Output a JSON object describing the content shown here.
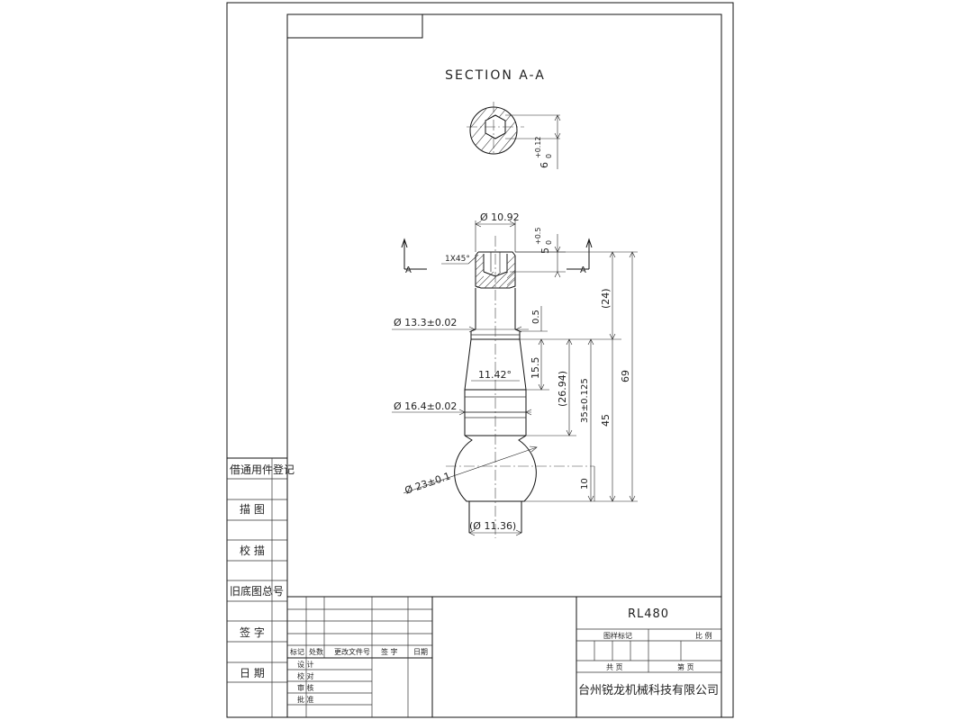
{
  "section_title": "SECTION A-A",
  "cut_marker": "A",
  "dimensions": {
    "hex_key": "6",
    "hex_key_tol_upper": "+0.12",
    "hex_key_tol_lower": "0",
    "top_diameter": "Ø 10.92",
    "hex_depth": "5",
    "hex_depth_tol_upper": "+0.5",
    "hex_depth_tol_lower": "0",
    "chamfer": "1X45°",
    "neck_diameter": "Ø 13.3±0.02",
    "groove_width": "0.5",
    "upper_length": "(24)",
    "overall_length": "69",
    "taper_length": "15.5",
    "taper_angle": "11.42°",
    "ref_length": "(26.94)",
    "body_length": "35±0.125",
    "ball_center_length": "45",
    "collar_diameter": "Ø 16.4±0.02",
    "ball_diameter": "Ø 23±0.1",
    "ball_offset": "10",
    "bottom_diameter": "(Ø 11.36)"
  },
  "left_strip": {
    "row1": "借通用件登记",
    "row2": "描 图",
    "row3": "校 描",
    "row4": "旧底图总号",
    "row5": "签 字",
    "row6": "日 期"
  },
  "revision_block": {
    "mark": "标记",
    "count": "处数",
    "change_doc": "更改文件号",
    "signature": "签 字",
    "date": "日期",
    "design": "设 计",
    "check": "校 对",
    "review": "审 核",
    "approve": "批 准"
  },
  "title_block": {
    "drawing_number": "RL480",
    "drawing_mark": "图样标记",
    "scale": "比 例",
    "total_sheets": "共 页",
    "sheet_no": "第 页",
    "company": "台州锐龙机械科技有限公司"
  }
}
